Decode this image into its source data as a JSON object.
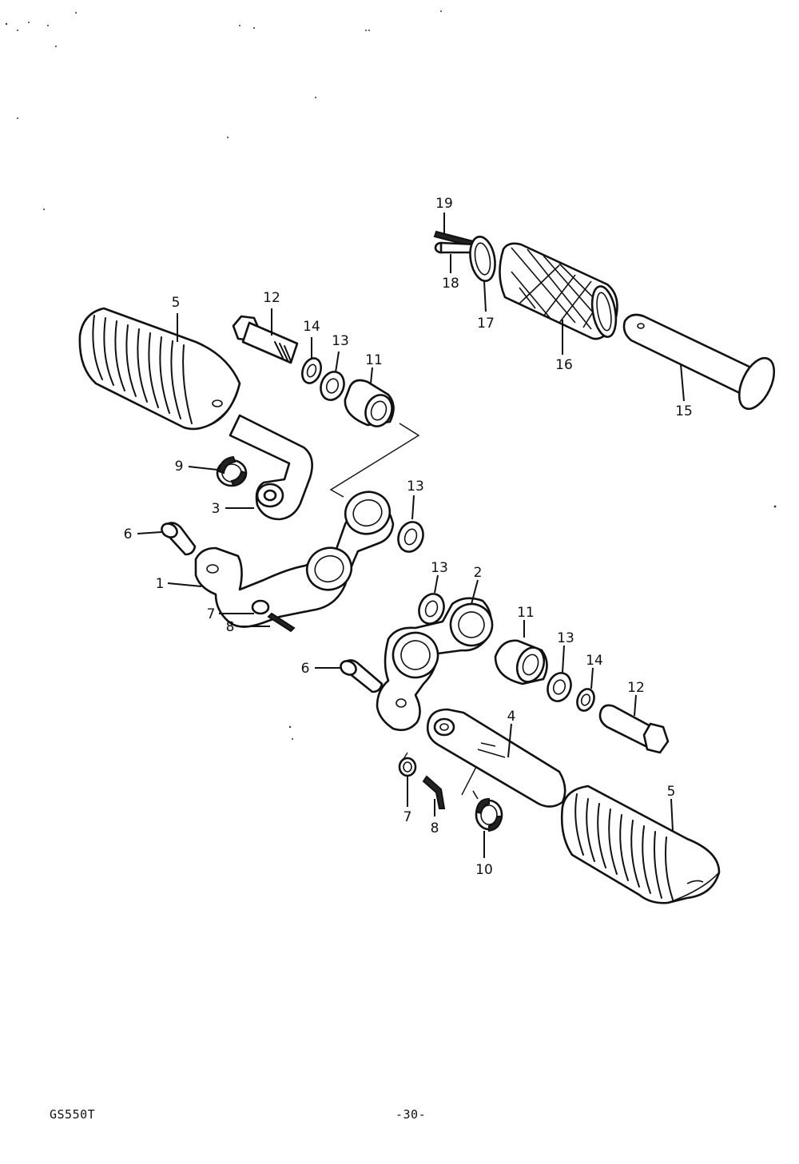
{
  "footer": {
    "model_code": "GS550T",
    "page_number": "-30-"
  },
  "callouts": {
    "c1": "1",
    "c2": "2",
    "c3": "3",
    "c4": "4",
    "c5a": "5",
    "c5b": "5",
    "c6a": "6",
    "c6b": "6",
    "c7a": "7",
    "c7b": "7",
    "c8a": "8",
    "c8b": "8",
    "c9": "9",
    "c10": "10",
    "c11a": "11",
    "c11b": "11",
    "c12a": "12",
    "c12b": "12",
    "c13a": "13",
    "c13b": "13",
    "c13c": "13",
    "c13d": "13",
    "c14a": "14",
    "c14b": "14",
    "c15": "15",
    "c16": "16",
    "c17": "17",
    "c18": "18",
    "c19": "19"
  },
  "colors": {
    "ink": "#111111",
    "paper": "#ffffff"
  }
}
